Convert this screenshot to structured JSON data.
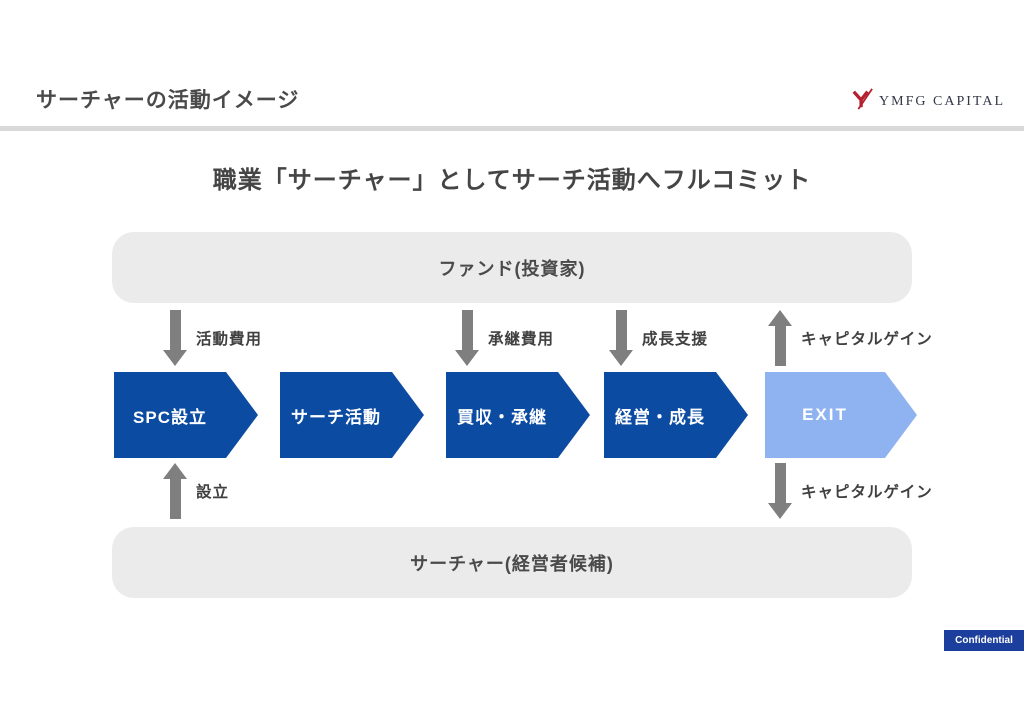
{
  "slide": {
    "title": "サーチャーの活動イメージ",
    "heading": "職業「サーチャー」としてサーチ活動へフルコミット",
    "confidential_label": "Confidential"
  },
  "logo": {
    "icon": "y-slash-mark",
    "text": "YMFG CAPITAL"
  },
  "diagram": {
    "fund_box": "ファンド(投資家)",
    "searcher_box": "サーチャー(経営者候補)",
    "steps": [
      {
        "label": "SPC設立",
        "variant": "dark"
      },
      {
        "label": "サーチ活動",
        "variant": "dark"
      },
      {
        "label": "買収・承継",
        "variant": "dark"
      },
      {
        "label": "経営・成長",
        "variant": "dark"
      },
      {
        "label": "EXIT",
        "variant": "light"
      }
    ],
    "top_flows": [
      {
        "label": "活動費用",
        "direction": "down",
        "from": "ファンド(投資家)",
        "to": "SPC設立"
      },
      {
        "label": "承継費用",
        "direction": "down",
        "from": "ファンド(投資家)",
        "to": "買収・承継"
      },
      {
        "label": "成長支援",
        "direction": "down",
        "from": "ファンド(投資家)",
        "to": "経営・成長"
      },
      {
        "label": "キャピタルゲイン",
        "direction": "up",
        "from": "EXIT",
        "to": "ファンド(投資家)"
      }
    ],
    "bottom_flows": [
      {
        "label": "設立",
        "direction": "up",
        "from": "サーチャー(経営者候補)",
        "to": "SPC設立"
      },
      {
        "label": "キャピタルゲイン",
        "direction": "down",
        "from": "EXIT",
        "to": "サーチャー(経営者候補)"
      }
    ]
  },
  "colors": {
    "step_dark_blue": "#0b4ba2",
    "step_light_blue": "#8fb3f0",
    "arrow_gray": "#7f7f7f",
    "box_gray": "#ebebeb",
    "divider_gray": "#d9d9d9",
    "text_dark_gray": "#454545",
    "logo_red": "#b5202f",
    "confidential_blue": "#1c3e9c"
  }
}
